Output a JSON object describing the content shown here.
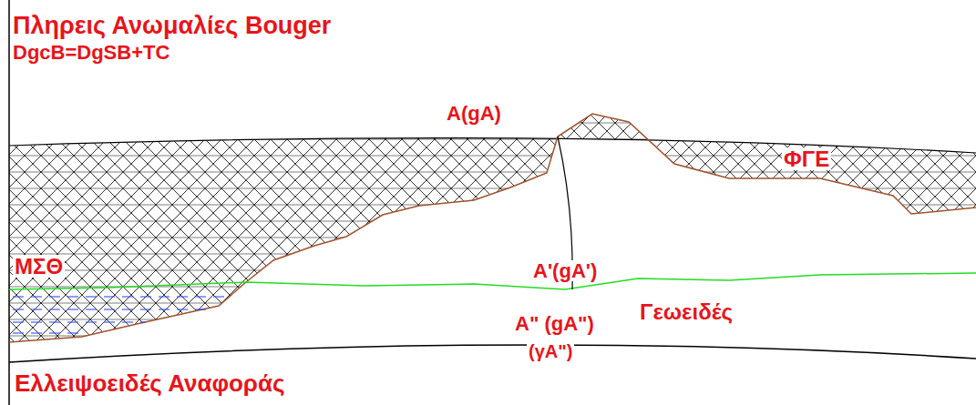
{
  "diagram": {
    "title": "Πληρεις Ανωμαλίες  Bouger",
    "labels": [
      "DgcB=DgSB+TC",
      "A(gA)",
      "ΦΓΕ",
      "ΜΣΘ",
      "A'(gA')",
      "Γεωειδές",
      "A\" (gA\")",
      "(γA\")",
      "Ελλειψοειδές Αναφοράς"
    ]
  }
}
